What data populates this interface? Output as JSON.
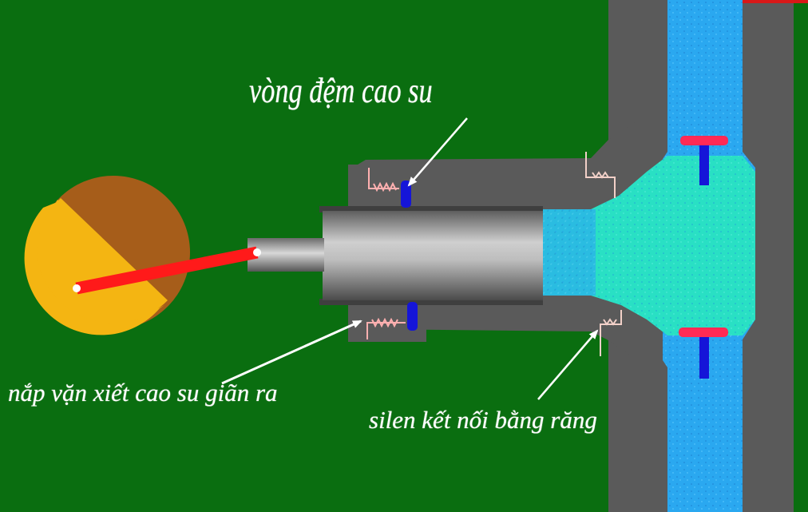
{
  "colors": {
    "background": "#0a6e10",
    "housing": "#5a5a5a",
    "water": "#2aa8f0",
    "water_mixed": "#29e0c4",
    "crank_light": "#f4b512",
    "crank_dark": "#a65d1a",
    "connecting_rod": "#ff1a1a",
    "gasket": "#1515d8",
    "valve_disc": "#ff2a55",
    "label_text": "#ffffff"
  },
  "labels": {
    "gasket": "vòng đệm cao su",
    "cap": "nắp vặn xiết cao su giãn ra",
    "seal": "silen kết nối bằng  răng"
  }
}
